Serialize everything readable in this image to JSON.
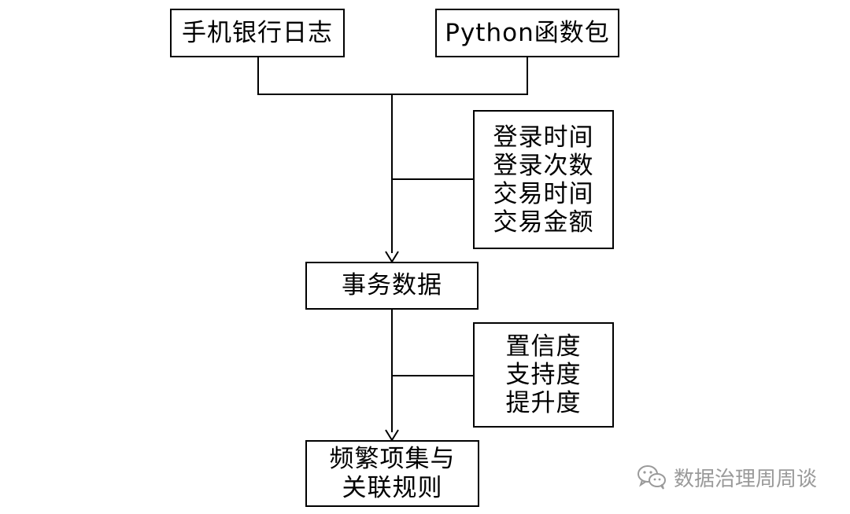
{
  "nodes": {
    "source_left": "手机银行日志",
    "source_right": "Python函数包",
    "transaction_data": "事务数据",
    "result_lines": [
      "频繁项集与",
      "关联规则"
    ]
  },
  "annotations": {
    "features": [
      "登录时间",
      "登录次数",
      "交易时间",
      "交易金额"
    ],
    "metrics": [
      "置信度",
      "支持度",
      "提升度"
    ]
  },
  "watermark": {
    "icon": "wechat-icon",
    "text": "数据治理周周谈"
  },
  "colors": {
    "stroke": "#000000",
    "background": "#ffffff",
    "watermark": "#9a9a9a"
  }
}
